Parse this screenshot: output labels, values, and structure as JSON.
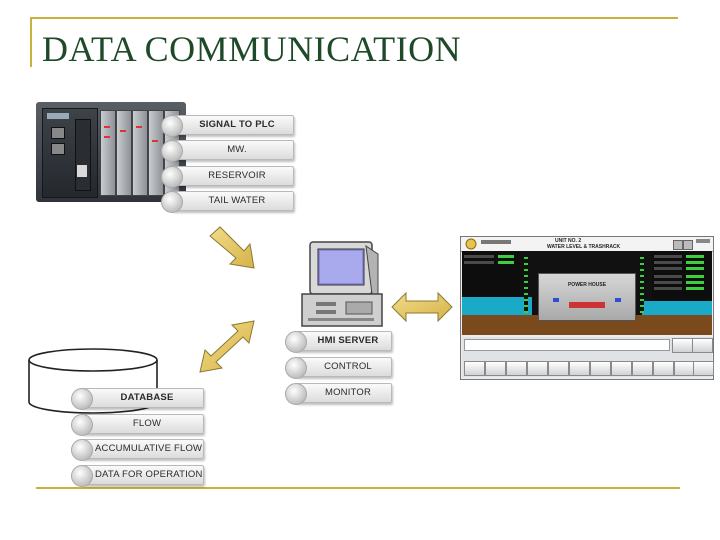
{
  "slide": {
    "title": "DATA COMMUNICATION",
    "accent_color": "#c9b23c",
    "title_color": "#1f4a2a"
  },
  "plc_labels": [
    "SIGNAL TO PLC",
    "MW.",
    "RESERVOIR",
    "TAIL WATER"
  ],
  "hmi_labels": [
    "HMI SERVER",
    "CONTROL",
    "MONITOR"
  ],
  "database_labels": [
    "DATABASE",
    "FLOW",
    "ACCUMULATIVE FLOW",
    "DATA FOR OPERATION"
  ],
  "hmi_screen": {
    "header_line1": "UNIT NO. 2",
    "header_line2": "WATER LEVEL & TRASHRACK",
    "building_label": "POWER HOUSE"
  },
  "arrow_color": "#e6c75a",
  "icons": [
    "plc-rack-icon",
    "computer-icon",
    "database-cylinder-icon",
    "hmi-screenshot",
    "double-arrow-icon",
    "down-arrow-icon"
  ]
}
